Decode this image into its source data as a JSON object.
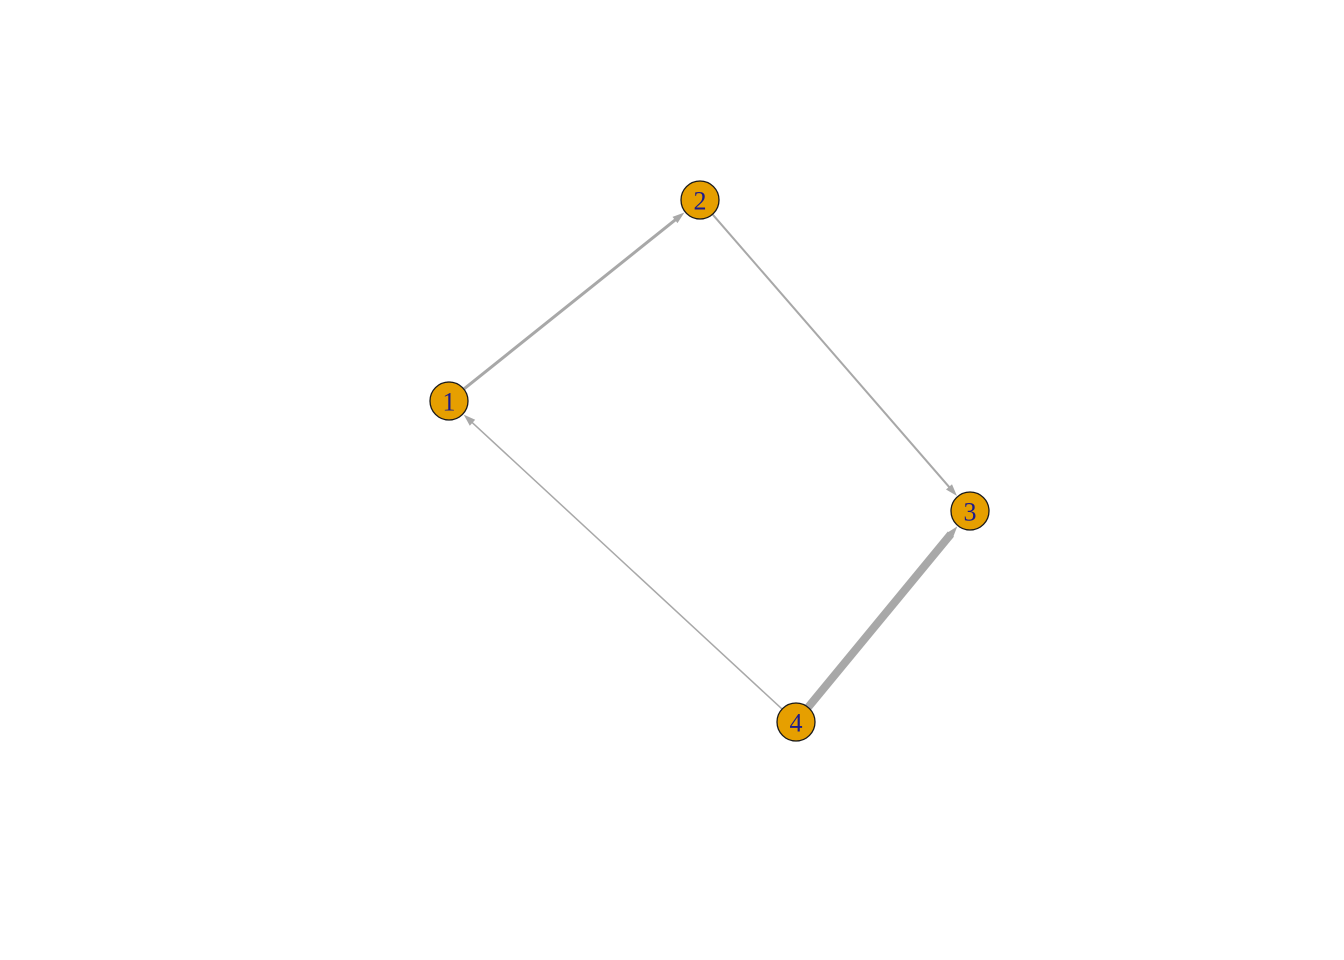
{
  "graph": {
    "directed": true,
    "colors": {
      "node_fill": "#e69f00",
      "node_stroke": "#1a1a1a",
      "edge": "#a8a8a8",
      "label": "#1a1a8c"
    },
    "nodes": [
      {
        "id": "1",
        "label": "1"
      },
      {
        "id": "2",
        "label": "2"
      },
      {
        "id": "3",
        "label": "3"
      },
      {
        "id": "4",
        "label": "4"
      }
    ],
    "edges": [
      {
        "from": "1",
        "to": "2",
        "weight": 3
      },
      {
        "from": "2",
        "to": "3",
        "weight": 2
      },
      {
        "from": "4",
        "to": "3",
        "weight": 8
      },
      {
        "from": "4",
        "to": "1",
        "weight": 1.5
      }
    ]
  }
}
